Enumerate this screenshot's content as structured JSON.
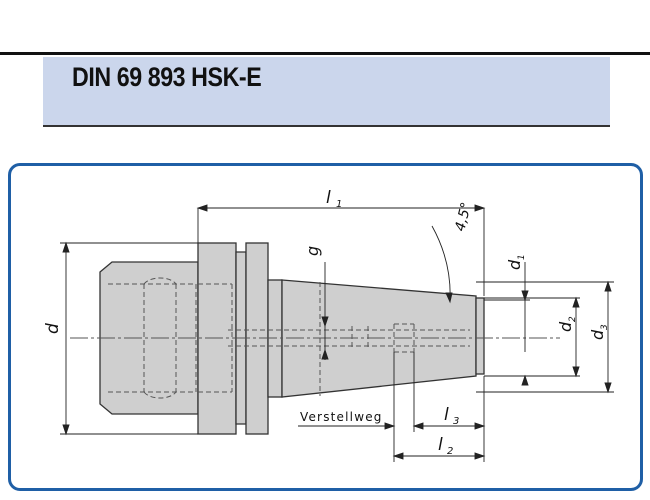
{
  "header": {
    "title": "DIN 69 893 HSK-E"
  },
  "diagram": {
    "labels": {
      "l1": "l",
      "l1_sub": "1",
      "l2": "l",
      "l2_sub": "2",
      "l3": "l",
      "l3_sub": "3",
      "d": "d",
      "d1": "d",
      "d1_sub": "1",
      "d2": "d",
      "d2_sub": "2",
      "d3": "d",
      "d3_sub": "3",
      "g": "g",
      "angle": "4,5°",
      "adjust": "Verstellweg"
    }
  },
  "colors": {
    "frame": "#1f5fa6",
    "title_band": "#cbd6ec",
    "body_fill": "#cfcfcf"
  }
}
